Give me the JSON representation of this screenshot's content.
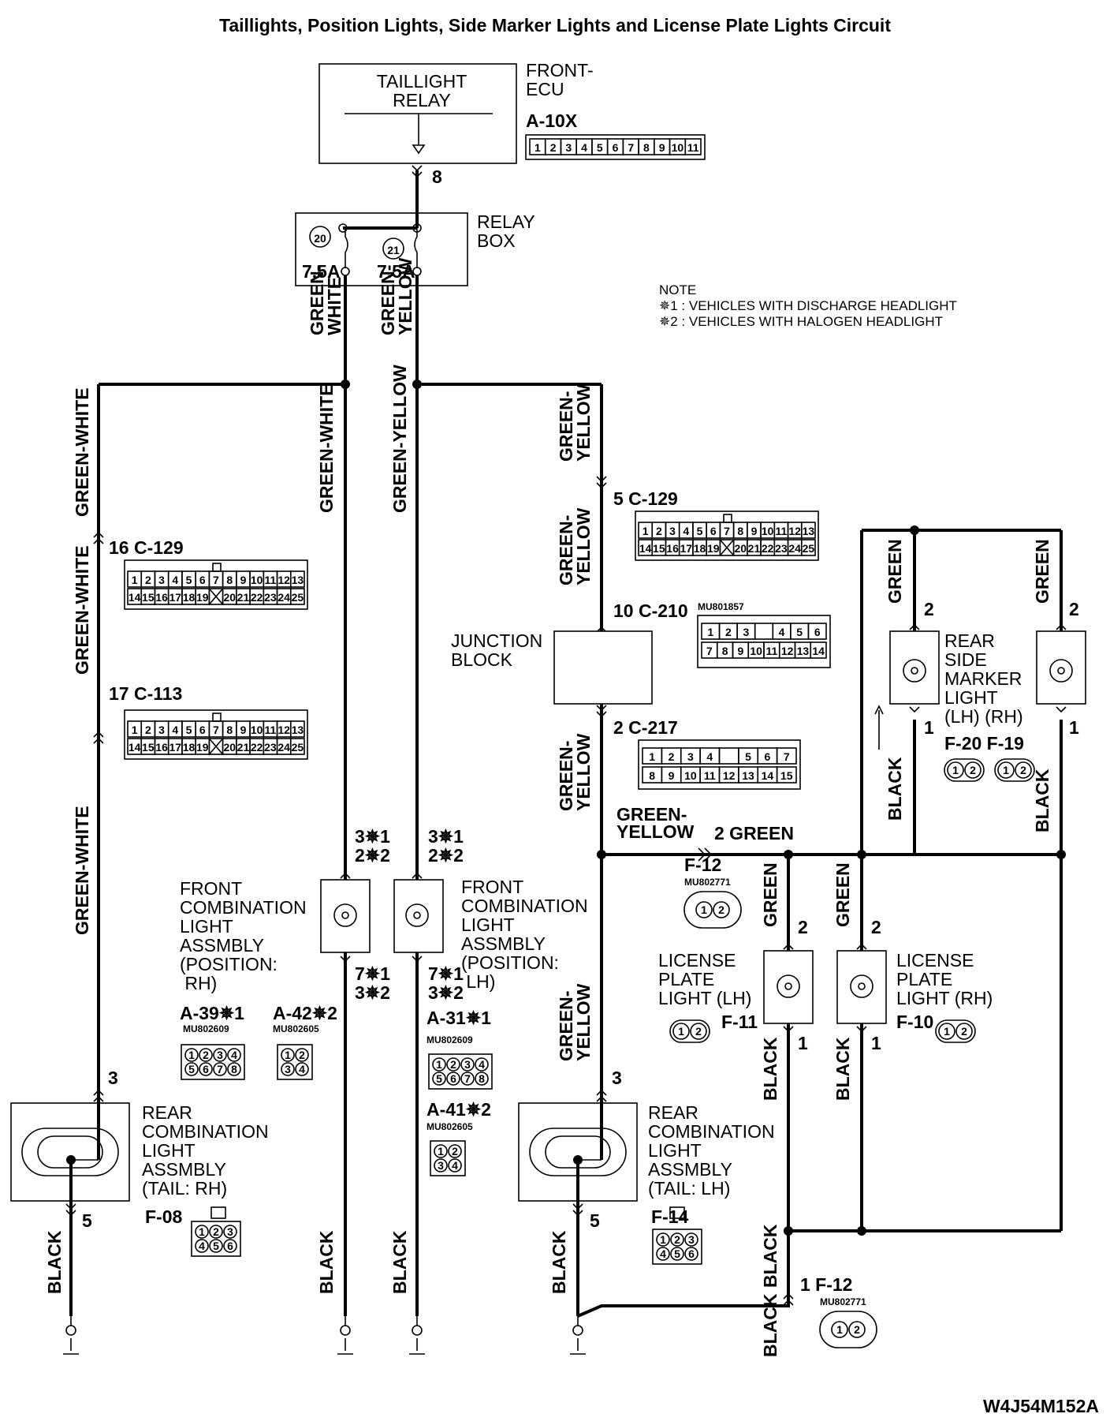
{
  "title": "Taillights, Position Lights, Side Marker Lights and License Plate Lights Circuit",
  "code": "W4J54M152A",
  "notes": {
    "heading": "NOTE",
    "n1": "✵1 : VEHICLES WITH DISCHARGE HEADLIGHT",
    "n2": "✵2 : VEHICLES WITH HALOGEN HEADLIGHT"
  },
  "components": {
    "ecu": "FRONT-\nECU",
    "ecu_connector": "A-10X",
    "ecu_pins": [
      "1",
      "2",
      "3",
      "4",
      "5",
      "6",
      "7",
      "8",
      "9",
      "10",
      "11"
    ],
    "ecu_pin": "8",
    "taillight_relay": "TAILLIGHT\nRELAY",
    "relay_box": "RELAY\nBOX",
    "fuse20_num": "20",
    "fuse21_num": "21",
    "fuse20_rating": "7.5A",
    "fuse21_rating": "7.5A",
    "junction_block": "JUNCTION\nBLOCK",
    "front_rh": "FRONT\nCOMBINATION\nLIGHT\nASSMBLY\n(POSITION:\n RH)",
    "front_lh": "FRONT\nCOMBINATION\nLIGHT\nASSMBLY\n(POSITION:\n LH)",
    "rear_rh": "REAR\nCOMBINATION\nLIGHT\nASSMBLY\n(TAIL: RH)",
    "rear_lh": "REAR\nCOMBINATION\nLIGHT\nASSMBLY\n(TAIL: LH)",
    "license_lh": "LICENSE\nPLATE\nLIGHT (LH)",
    "license_rh": "LICENSE\nPLATE\nLIGHT (RH)",
    "side_marker": "REAR\nSIDE\nMARKER\nLIGHT\n(LH) (RH)"
  },
  "connectors": {
    "c129_top": "5  C-129",
    "c129_left": "16  C-129",
    "c113": "17  C-113",
    "c210": "10  C-210",
    "c210_part": "MU801857",
    "c217": "2  C-217",
    "big_row1": [
      "1",
      "2",
      "3",
      "4",
      "5",
      "6",
      "7",
      "8",
      "9",
      "10",
      "11",
      "12",
      "13"
    ],
    "big_row2": [
      "14",
      "15",
      "16",
      "17",
      "18",
      "19",
      "",
      "20",
      "21",
      "22",
      "23",
      "24",
      "25"
    ],
    "c210_row1": [
      "1",
      "2",
      "3",
      "",
      "4",
      "5",
      "6"
    ],
    "c210_row2": [
      "7",
      "8",
      "9",
      "10",
      "11",
      "12",
      "13",
      "14"
    ],
    "c217_row1": [
      "1",
      "2",
      "3",
      "4",
      "",
      "5",
      "6",
      "7"
    ],
    "c217_row2": [
      "8",
      "9",
      "10",
      "11",
      "12",
      "13",
      "14",
      "15"
    ],
    "a39": "A-39✵1",
    "a39_part": "MU802609",
    "a42": "A-42✵2",
    "a42_part": "MU802605",
    "a31": "A-31✵1",
    "a31_part": "MU802609",
    "a41": "A-41✵2",
    "a41_part": "MU802605",
    "f08": "F-08",
    "f14": "F-14",
    "f12_top": "F-12",
    "f12_top_part": "MU802771",
    "f12_bottom": "1  F-12",
    "f12_bottom_part": "MU802771",
    "f11": "F-11",
    "f10": "F-10",
    "f20_f19": "F-20  F-19",
    "pins8": [
      "1",
      "2",
      "3",
      "4",
      "5",
      "6",
      "7",
      "8"
    ],
    "pins6": [
      "1",
      "2",
      "3",
      "4",
      "5",
      "6"
    ],
    "pins4": [
      "1",
      "2",
      "3",
      "4"
    ],
    "pins2": [
      "1",
      "2"
    ]
  },
  "wires": {
    "green_white": "GREEN-WHITE",
    "green_white_split": "GREEN-\nWHITE",
    "green_yellow": "GREEN-YELLOW",
    "green_yellow_split": "GREEN-\nYELLOW",
    "green": "GREEN",
    "black": "BLACK",
    "two_green": "2  GREEN"
  },
  "pins": {
    "fr_top": "3✵1\n2✵2",
    "fr_bottom": "7✵1\n3✵2",
    "p1": "1",
    "p2": "2",
    "p3": "3",
    "p5": "5"
  }
}
